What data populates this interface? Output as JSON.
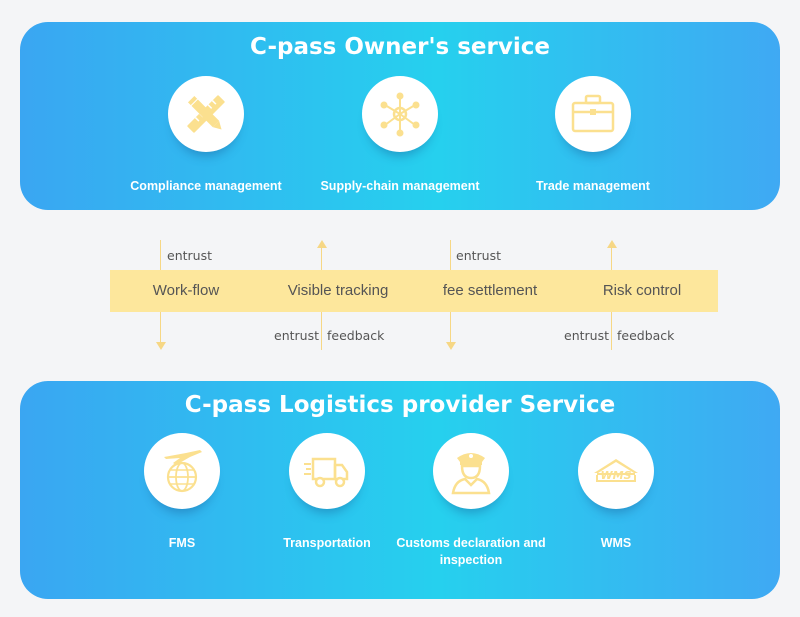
{
  "owner": {
    "title": "C-pass Owner's service",
    "services": [
      {
        "label": "Compliance management",
        "icon": "pencil-ruler-icon"
      },
      {
        "label": "Supply-chain management",
        "icon": "network-icon"
      },
      {
        "label": "Trade management",
        "icon": "briefcase-icon"
      }
    ]
  },
  "band": {
    "items": [
      "Work-flow",
      "Visible tracking",
      "fee settlement",
      "Risk control"
    ]
  },
  "flows": {
    "entrust": "entrust",
    "feedback": "feedback"
  },
  "logistics": {
    "title": "C-pass Logistics provider Service",
    "services": [
      {
        "label": "FMS",
        "icon": "globe-plane-icon"
      },
      {
        "label": "Transportation",
        "icon": "truck-icon"
      },
      {
        "label": "Customs declaration and inspection",
        "icon": "customs-officer-icon"
      },
      {
        "label": "WMS",
        "icon": "wms-logo-icon"
      }
    ]
  },
  "colors": {
    "accent_icon": "#fbe08f",
    "band": "#fde79c",
    "panel": "#3aa6f2"
  }
}
